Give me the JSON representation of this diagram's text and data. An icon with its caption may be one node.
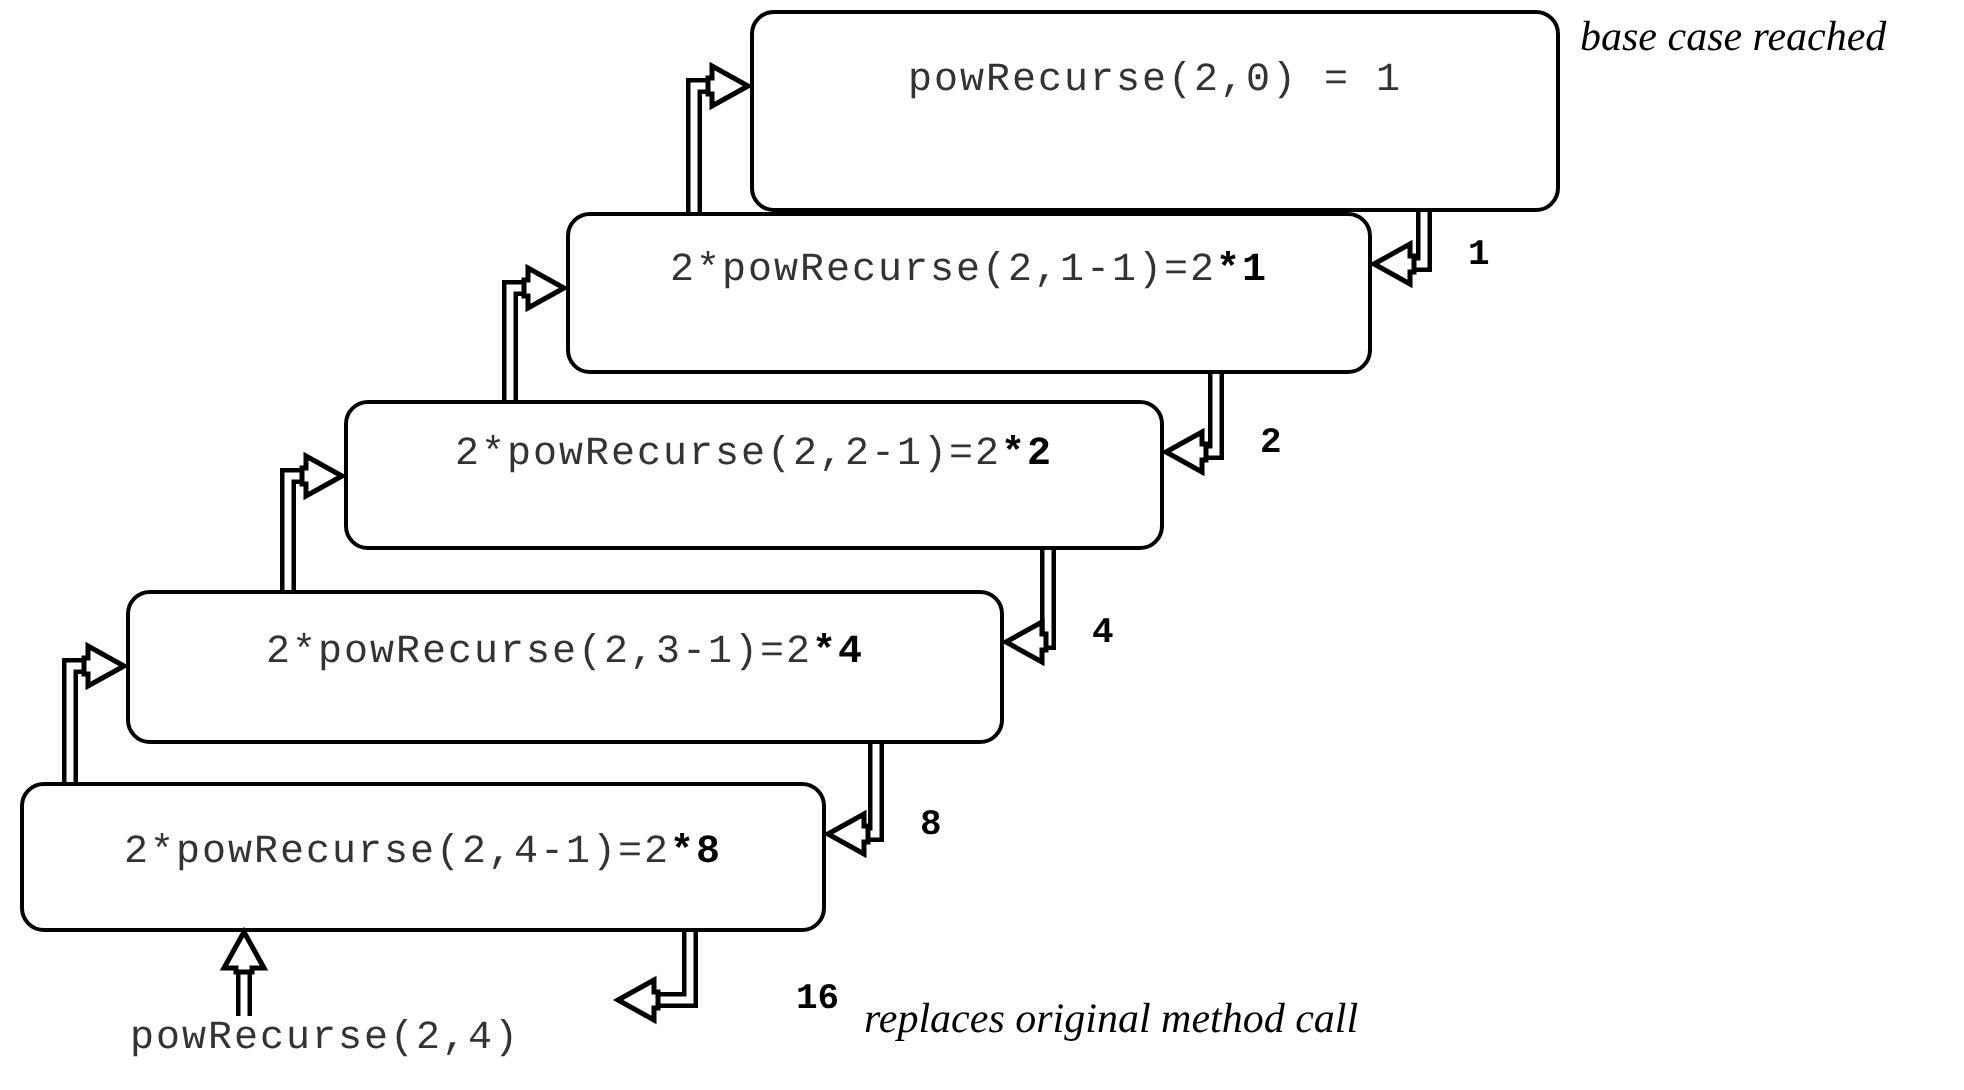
{
  "diagram": {
    "nodes": [
      {
        "text": [
          "powRecurse(2,0) = 1"
        ],
        "beside": [
          "base case reached"
        ]
      },
      {
        "text": [
          "2*powRecurse(2,1-1)=2***1**"
        ]
      },
      {
        "text": [
          "2*powRecurse(2,2-1)=2***2**"
        ]
      },
      {
        "text": [
          "2*powRecurse(2,3-1)=2***4**"
        ]
      },
      {
        "text": [
          "2*powRecurse(2,4-1)=2***8**"
        ]
      },
      {
        "text": [
          "powRecurse(2,4)"
        ]
      }
    ],
    "edges": [
      {
        "from": 5,
        "to": 4,
        "arrow": "to"
      },
      {
        "from": 4,
        "to": 3,
        "arrow": "to"
      },
      {
        "from": 3,
        "to": 2,
        "arrow": "to"
      },
      {
        "from": 2,
        "to": 1,
        "arrow": "to"
      },
      {
        "from": 1,
        "to": 0,
        "arrow": "to"
      },
      {
        "from": 0,
        "to": 1,
        "arrow": "to",
        "label": "1"
      },
      {
        "from": 1,
        "to": 2,
        "arrow": "to",
        "label": "2"
      },
      {
        "from": 2,
        "to": 3,
        "arrow": "to",
        "label": "4"
      },
      {
        "from": 3,
        "to": 4,
        "arrow": "to",
        "label": "8"
      },
      {
        "from": 4,
        "to": null,
        "arrow": "to",
        "label": "16"
      }
    ],
    "labels": [
      "replaces original method call"
    ]
  }
}
